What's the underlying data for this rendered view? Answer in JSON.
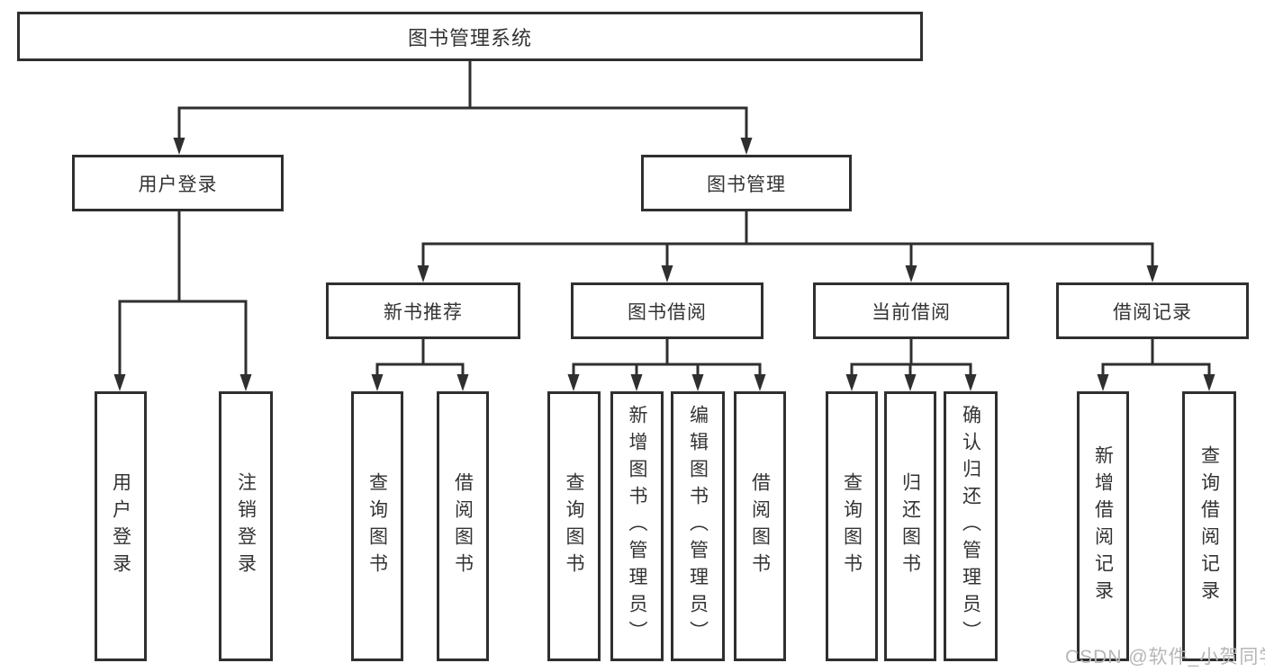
{
  "diagram": {
    "root": {
      "label": "图书管理系统"
    },
    "level2": [
      {
        "label": "用户登录"
      },
      {
        "label": "图书管理"
      }
    ],
    "level3": [
      {
        "label": "新书推荐",
        "parent": "图书管理"
      },
      {
        "label": "图书借阅",
        "parent": "图书管理"
      },
      {
        "label": "当前借阅",
        "parent": "图书管理"
      },
      {
        "label": "借阅记录",
        "parent": "图书管理"
      }
    ],
    "leaves": [
      {
        "label": "用户登录",
        "parent": "用户登录"
      },
      {
        "label": "注销登录",
        "parent": "用户登录"
      },
      {
        "label": "查询图书",
        "parent": "新书推荐"
      },
      {
        "label": "借阅图书",
        "parent": "新书推荐"
      },
      {
        "label": "查询图书",
        "parent": "图书借阅"
      },
      {
        "label": "新增图书（管理员）",
        "parent": "图书借阅"
      },
      {
        "label": "编辑图书（管理员）",
        "parent": "图书借阅"
      },
      {
        "label": "借阅图书",
        "parent": "图书借阅"
      },
      {
        "label": "查询图书",
        "parent": "当前借阅"
      },
      {
        "label": "归还图书",
        "parent": "当前借阅"
      },
      {
        "label": "确认归还（管理员）",
        "parent": "当前借阅"
      },
      {
        "label": "新增借阅记录",
        "parent": "借阅记录"
      },
      {
        "label": "查询借阅记录",
        "parent": "借阅记录"
      }
    ]
  },
  "watermark": {
    "text": "CSDN @软件_小贺同学",
    "color": "#b6b6b6"
  },
  "colors": {
    "line": "#2f2f2f",
    "text": "#333333",
    "background": "#ffffff"
  }
}
